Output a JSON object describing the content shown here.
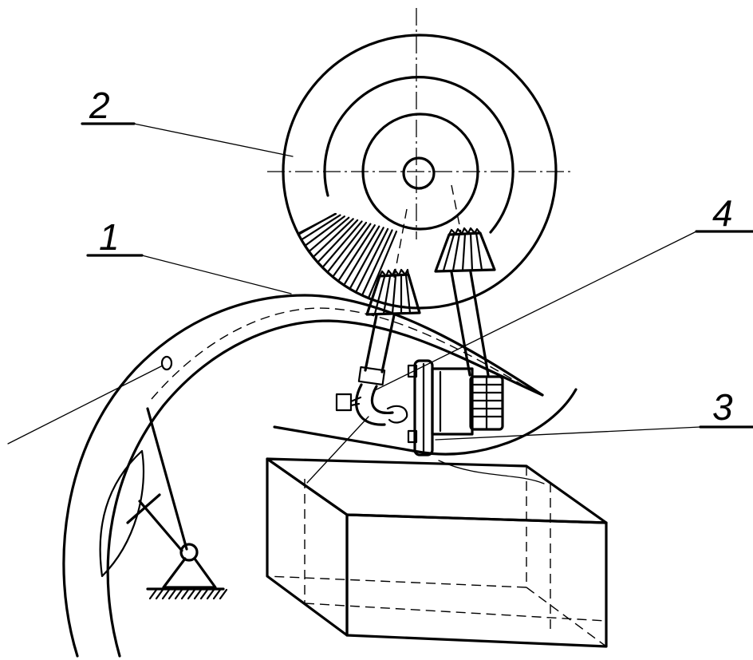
{
  "labels": {
    "part_1": "1",
    "part_2": "2",
    "part_3": "3",
    "part_4": "4"
  }
}
